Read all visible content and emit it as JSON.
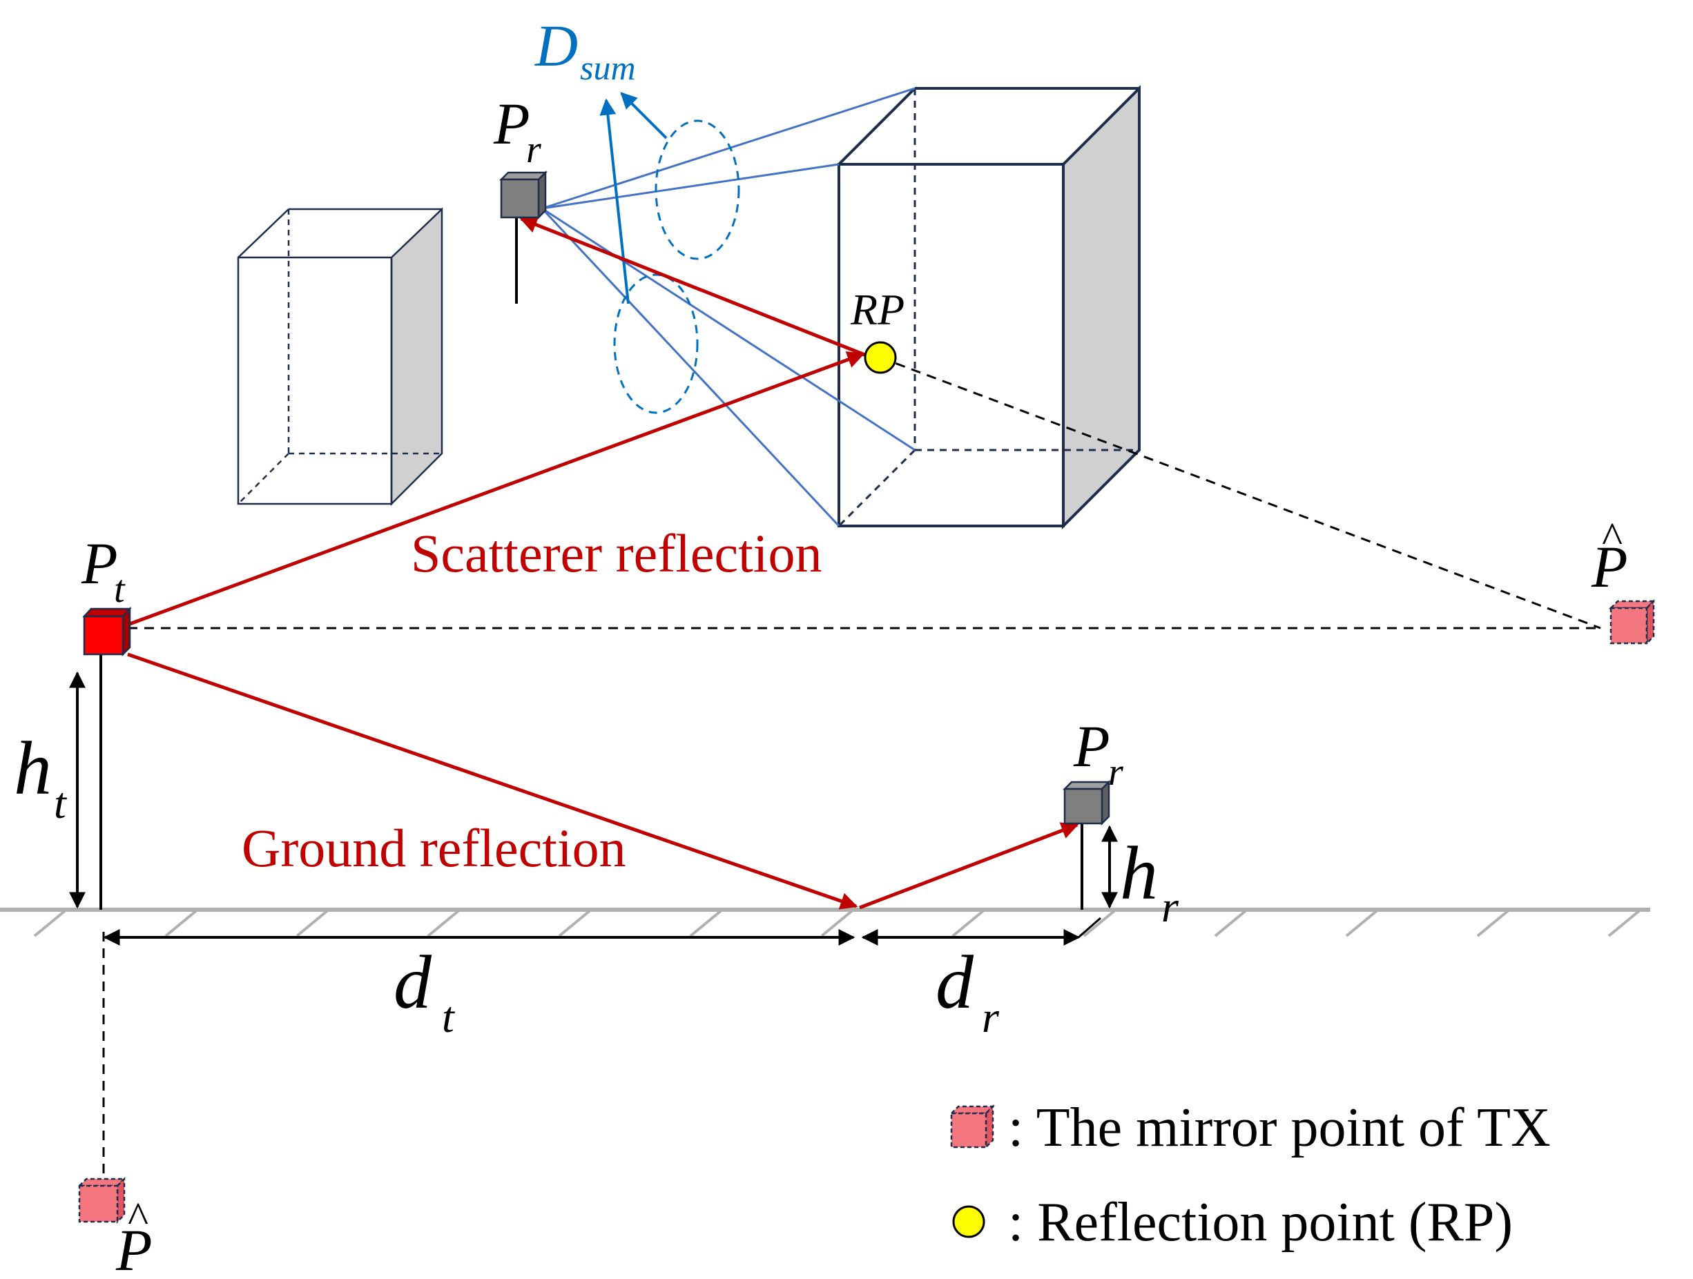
{
  "labels": {
    "d_sum_main": "D",
    "d_sum_sub": "sum",
    "pr_top_main": "P",
    "pr_top_sub": "r",
    "rp": "RP",
    "pt_main": "P",
    "pt_sub": "t",
    "phat_right": "P",
    "phat_bottom": "P",
    "hat": "^",
    "pr_bottom_main": "P",
    "pr_bottom_sub": "r",
    "ht_main": "h",
    "ht_sub": "t",
    "hr_main": "h",
    "hr_sub": "r",
    "dt_main": "d",
    "dt_sub": "t",
    "dr_main": "d",
    "dr_sub": "r",
    "scatterer_reflection": "Scatterer reflection",
    "ground_reflection": "Ground reflection"
  },
  "legend": {
    "mirror_point": ": The mirror point of TX",
    "reflection_point": ": Reflection point (RP)"
  },
  "colors": {
    "ray_red": "#c00000",
    "scatter_blue": "#4472c4",
    "dsum_blue": "#0070c0",
    "building_edge": "#1f2d4d",
    "building_side": "#d0d0d0",
    "tx_red": "#ff0000",
    "mirror_fill": "#f4777f",
    "rx_gray": "#7f7f7f",
    "rp_yellow": "#ffff00",
    "ground_gray": "#b0b0b0"
  }
}
